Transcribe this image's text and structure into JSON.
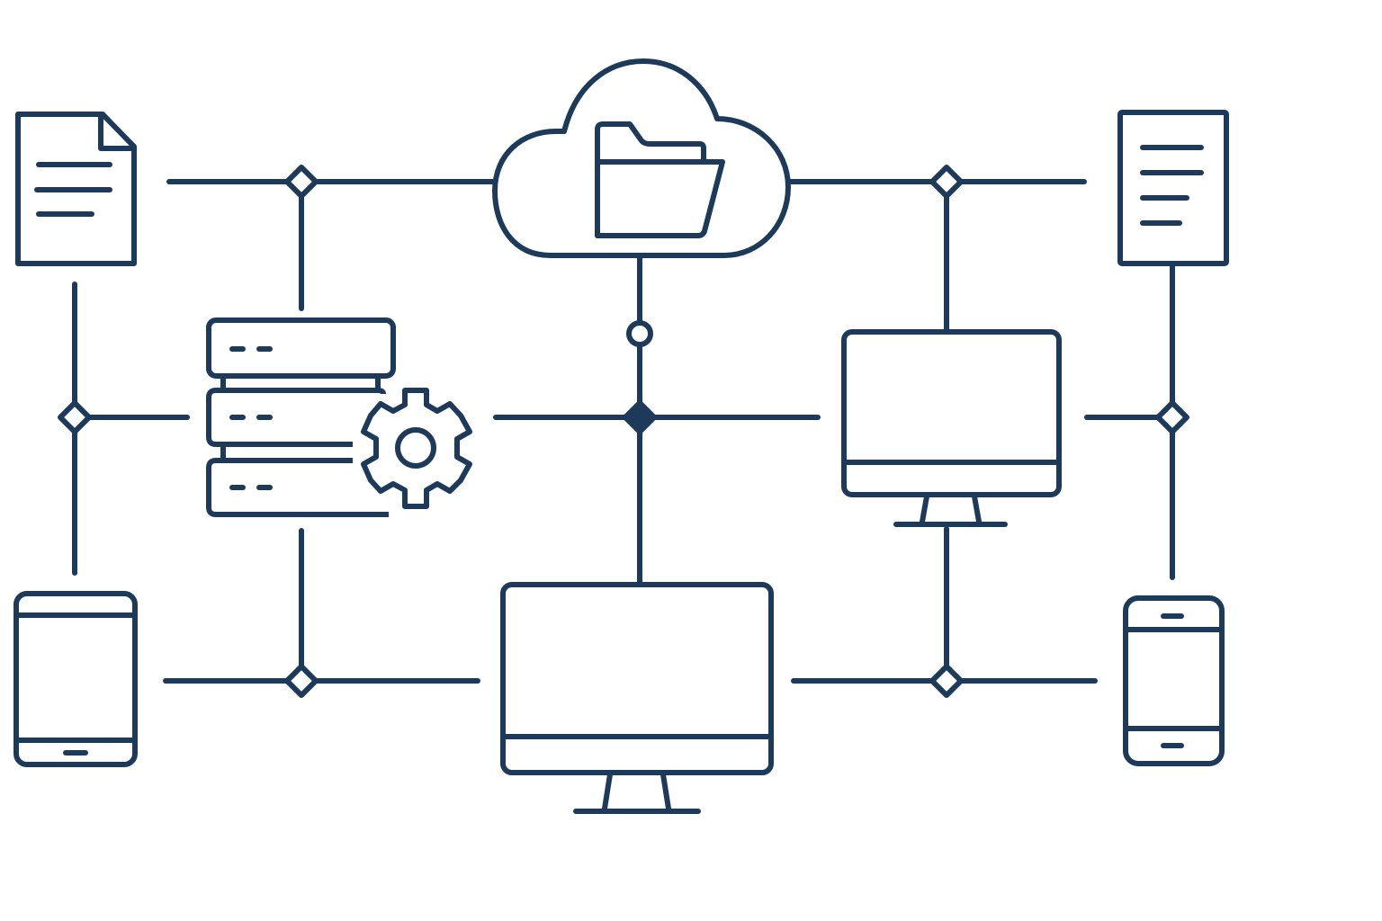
{
  "diagram": {
    "title": "",
    "stroke_color": "#1d3a5a",
    "background_color": "#ffffff",
    "nodes": [
      {
        "id": "document-left",
        "icon": "document-icon"
      },
      {
        "id": "cloud-folder",
        "icon": "cloud-folder-icon"
      },
      {
        "id": "document-right",
        "icon": "document-icon"
      },
      {
        "id": "server-settings",
        "icon": "server-gear-icon"
      },
      {
        "id": "monitor-right",
        "icon": "monitor-icon"
      },
      {
        "id": "monitor-center",
        "icon": "monitor-icon"
      },
      {
        "id": "tablet-left",
        "icon": "tablet-icon"
      },
      {
        "id": "phone-right",
        "icon": "phone-icon"
      }
    ],
    "junctions": [
      "diamond",
      "circle",
      "filled-diamond"
    ]
  }
}
